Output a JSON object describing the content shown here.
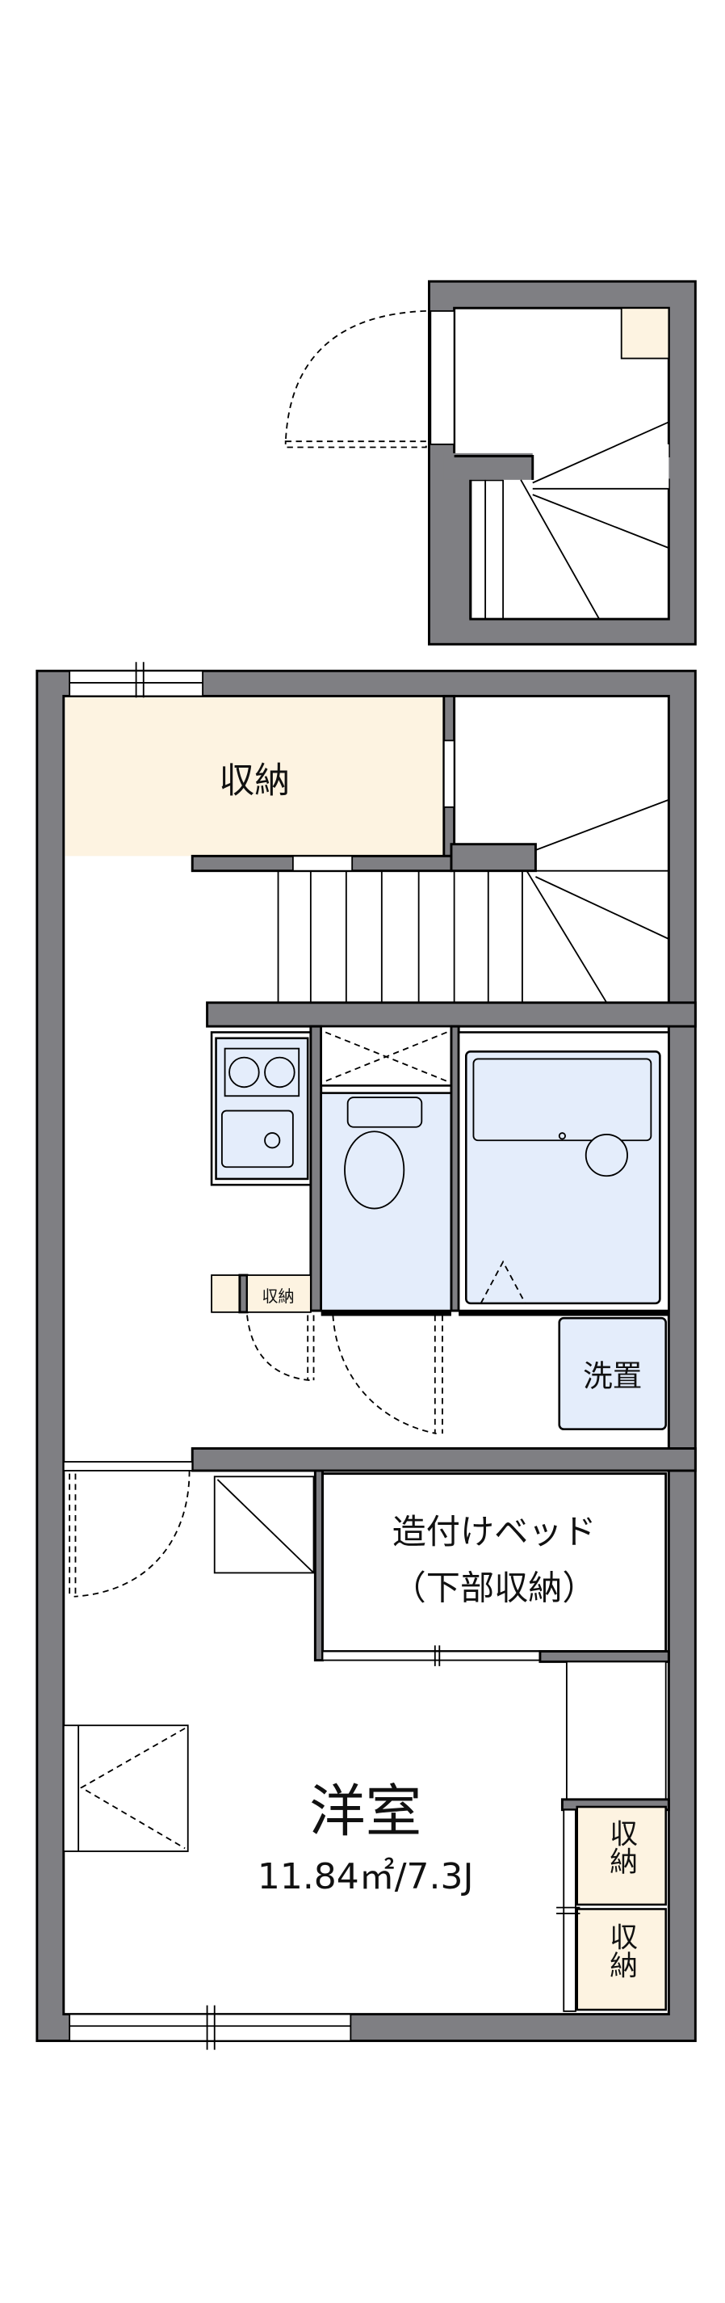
{
  "floor_plan": {
    "storage_top_label": "収納",
    "storage_small_label": "収納",
    "washer_label": "洗置",
    "bed_label_line1": "造付けベッド",
    "bed_label_line2": "（下部収納）",
    "room_label": "洋室",
    "room_area": "11.84㎡/7.3J",
    "closet_right_1": "収納",
    "closet_right_2": "収納"
  },
  "colors": {
    "wall": "#7f7f83",
    "storage": "#fdf3e1",
    "wet_area": "#e4edfb"
  }
}
